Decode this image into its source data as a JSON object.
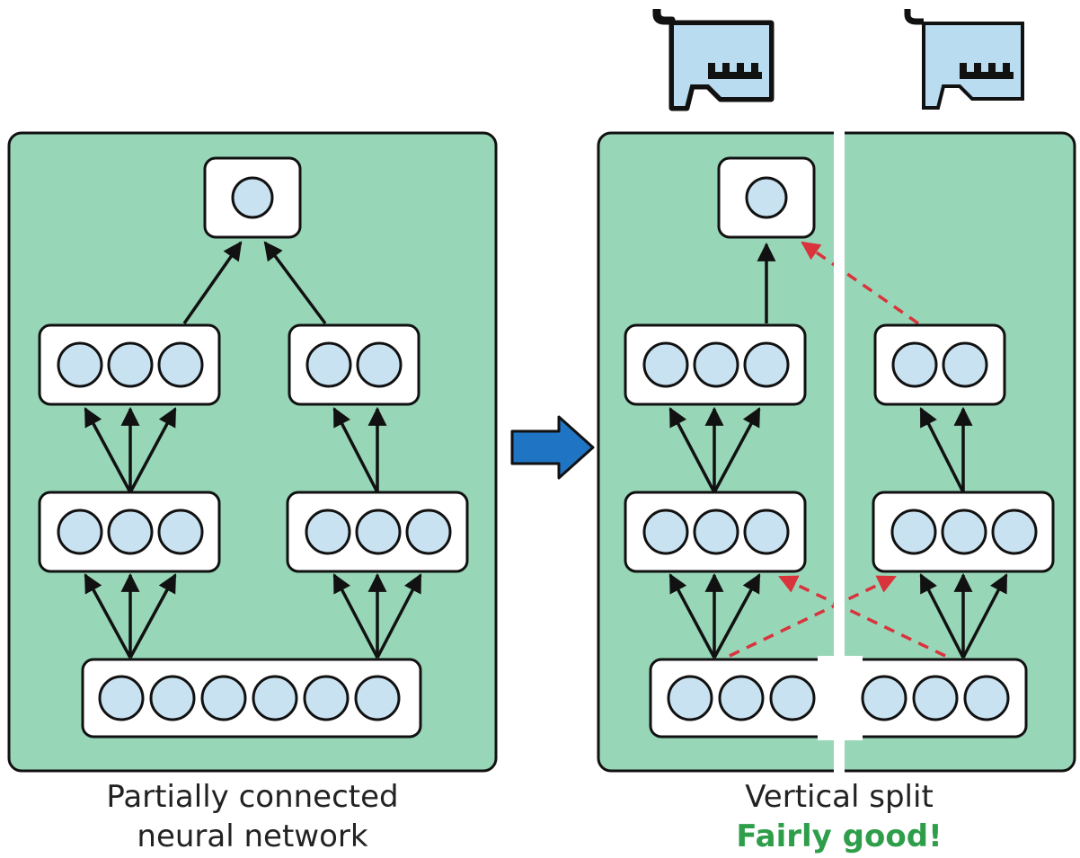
{
  "left_panel": {
    "caption_line1": "Partially connected",
    "caption_line2": "neural network"
  },
  "right_panel": {
    "caption_line1": "Vertical split",
    "verdict": "Fairly good!"
  },
  "colors": {
    "panel_fill": "#98d6b8",
    "neuron_fill": "#c9e2f1",
    "arrow_blue": "#1f74c3",
    "dashed_red": "#d9333b",
    "verdict_green": "#2e9e4a",
    "gpu_fill": "#b9dcf0"
  },
  "icons": [
    "gpu-card-icon",
    "gpu-card-icon",
    "right-arrow-icon"
  ]
}
